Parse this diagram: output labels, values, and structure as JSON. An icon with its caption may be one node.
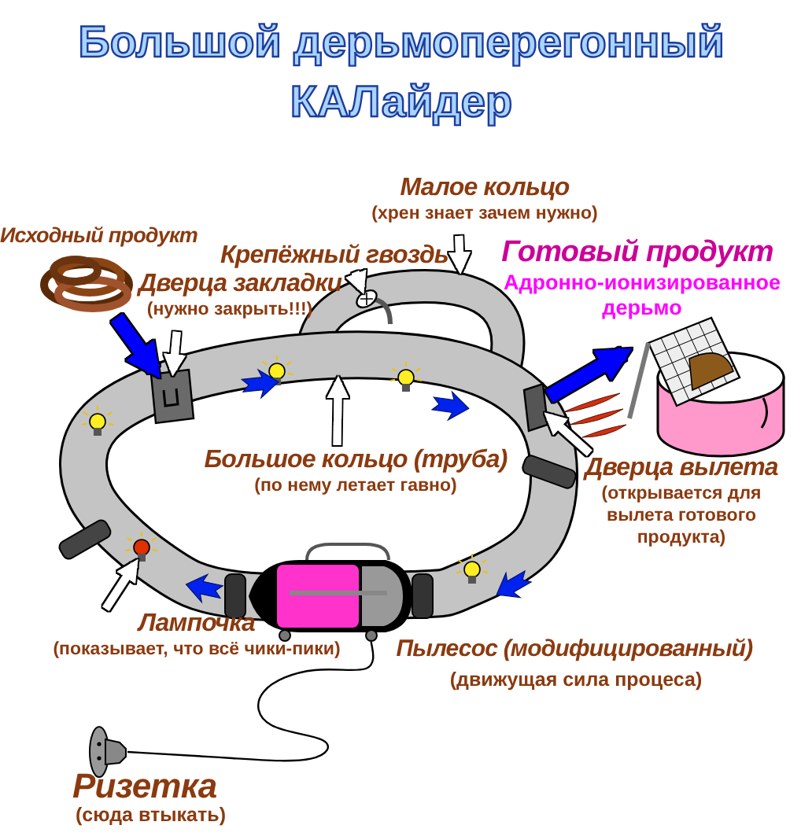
{
  "diagram": {
    "title": "Большой дерьмоперегонный КАЛайдер",
    "nodes": [
      {
        "text": [],
        "shape": "picture",
        "beside": [
          "Исходный продукт"
        ]
      },
      {
        "text": [
          "Дверца закладки",
          "(нужно закрыть!!!)"
        ]
      },
      {
        "text": [],
        "shape": "picture",
        "in": 11
      },
      {
        "text": [
          "Малое кольцо",
          "(хрен знает зачем нужно)"
        ]
      },
      {
        "text": [],
        "shape": "picture"
      },
      {
        "text": [
          "Крепёжный гвоздь"
        ]
      },
      {
        "text": [],
        "shape": "picture",
        "in": 4
      },
      {
        "text": [],
        "shape": "picture",
        "beside": [
          "Готовый продукт",
          "Адронно-ионизированное дерьмо"
        ]
      },
      {
        "text": [
          "Дверца вылета",
          "(открывается для вылета готового продукта)"
        ]
      },
      {
        "text": [],
        "shape": "picture",
        "in": 11
      },
      {
        "text": [
          "Большое кольцо (труба)",
          "(по нему летает гавно)"
        ],
        "in": 11
      },
      {
        "text": [],
        "shape": "picture"
      },
      {
        "text": [
          "Лампочка",
          "(показывает, что всё чики-пики)"
        ]
      },
      {
        "text": [],
        "shape": "picture",
        "in": 11
      },
      {
        "text": [],
        "shape": "picture",
        "beside": [
          "Пылесос (модифицированный)",
          "(движущая сила процеса)"
        ]
      },
      {
        "text": [],
        "shape": "picture",
        "beside": [
          "Ризетка",
          "(сюда втыкать)"
        ]
      }
    ],
    "edges": [
      {
        "from": 0,
        "to": 2,
        "arrow": "to",
        "style": "thick",
        "color": "#0000ff"
      },
      {
        "from": 1,
        "to": 2,
        "arrow": "to"
      },
      {
        "from": 3,
        "to": 4,
        "arrow": "to"
      },
      {
        "from": 5,
        "to": 6,
        "arrow": "to"
      },
      {
        "from": 9,
        "to": 7,
        "arrow": "to",
        "style": "thick",
        "color": "#0000ff"
      },
      {
        "from": 8,
        "to": 9,
        "arrow": "to"
      },
      {
        "from": 10,
        "to": 11,
        "arrow": "to"
      },
      {
        "from": 12,
        "to": 13,
        "arrow": "to"
      },
      {
        "from": 14,
        "to": 15,
        "arrow": "none",
        "color": "#000000"
      }
    ]
  }
}
